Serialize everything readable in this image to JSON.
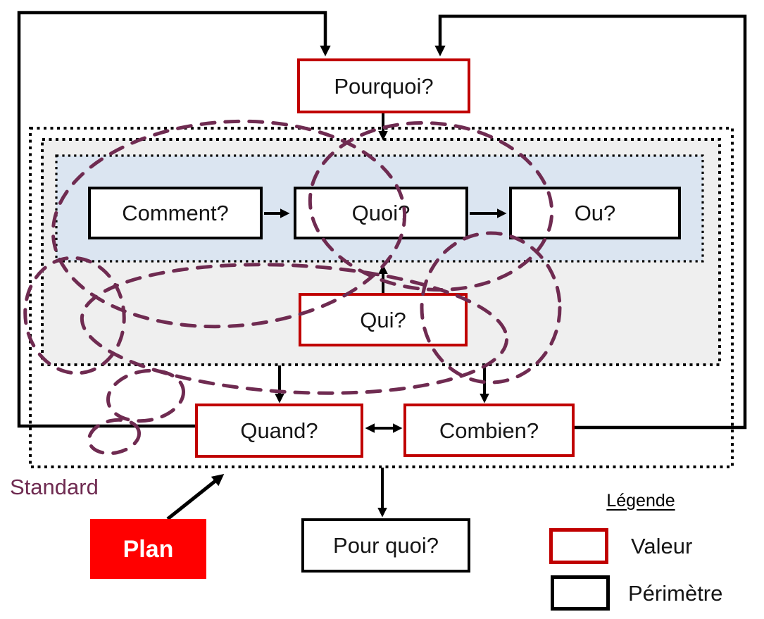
{
  "diagram": {
    "boxes": {
      "pourquoi": "Pourquoi?",
      "comment": "Comment?",
      "quoi": "Quoi?",
      "ou": "Ou?",
      "qui": "Qui?",
      "quand": "Quand?",
      "combien": "Combien?",
      "pour_quoi": "Pour quoi?",
      "plan": "Plan"
    },
    "annotations": {
      "standard": "Standard"
    },
    "legend": {
      "title": "Légende",
      "items": [
        {
          "label": "Valeur",
          "color": "#c00000"
        },
        {
          "label": "Périmètre",
          "color": "#000000"
        }
      ]
    },
    "colors": {
      "value_border": "#c00000",
      "perimeter_border": "#000000",
      "plan_fill": "#ff0000",
      "inner_zone_fill": "#dbe5f1",
      "middle_zone_fill": "#efefef",
      "cloud_stroke": "#6f2b51"
    }
  }
}
